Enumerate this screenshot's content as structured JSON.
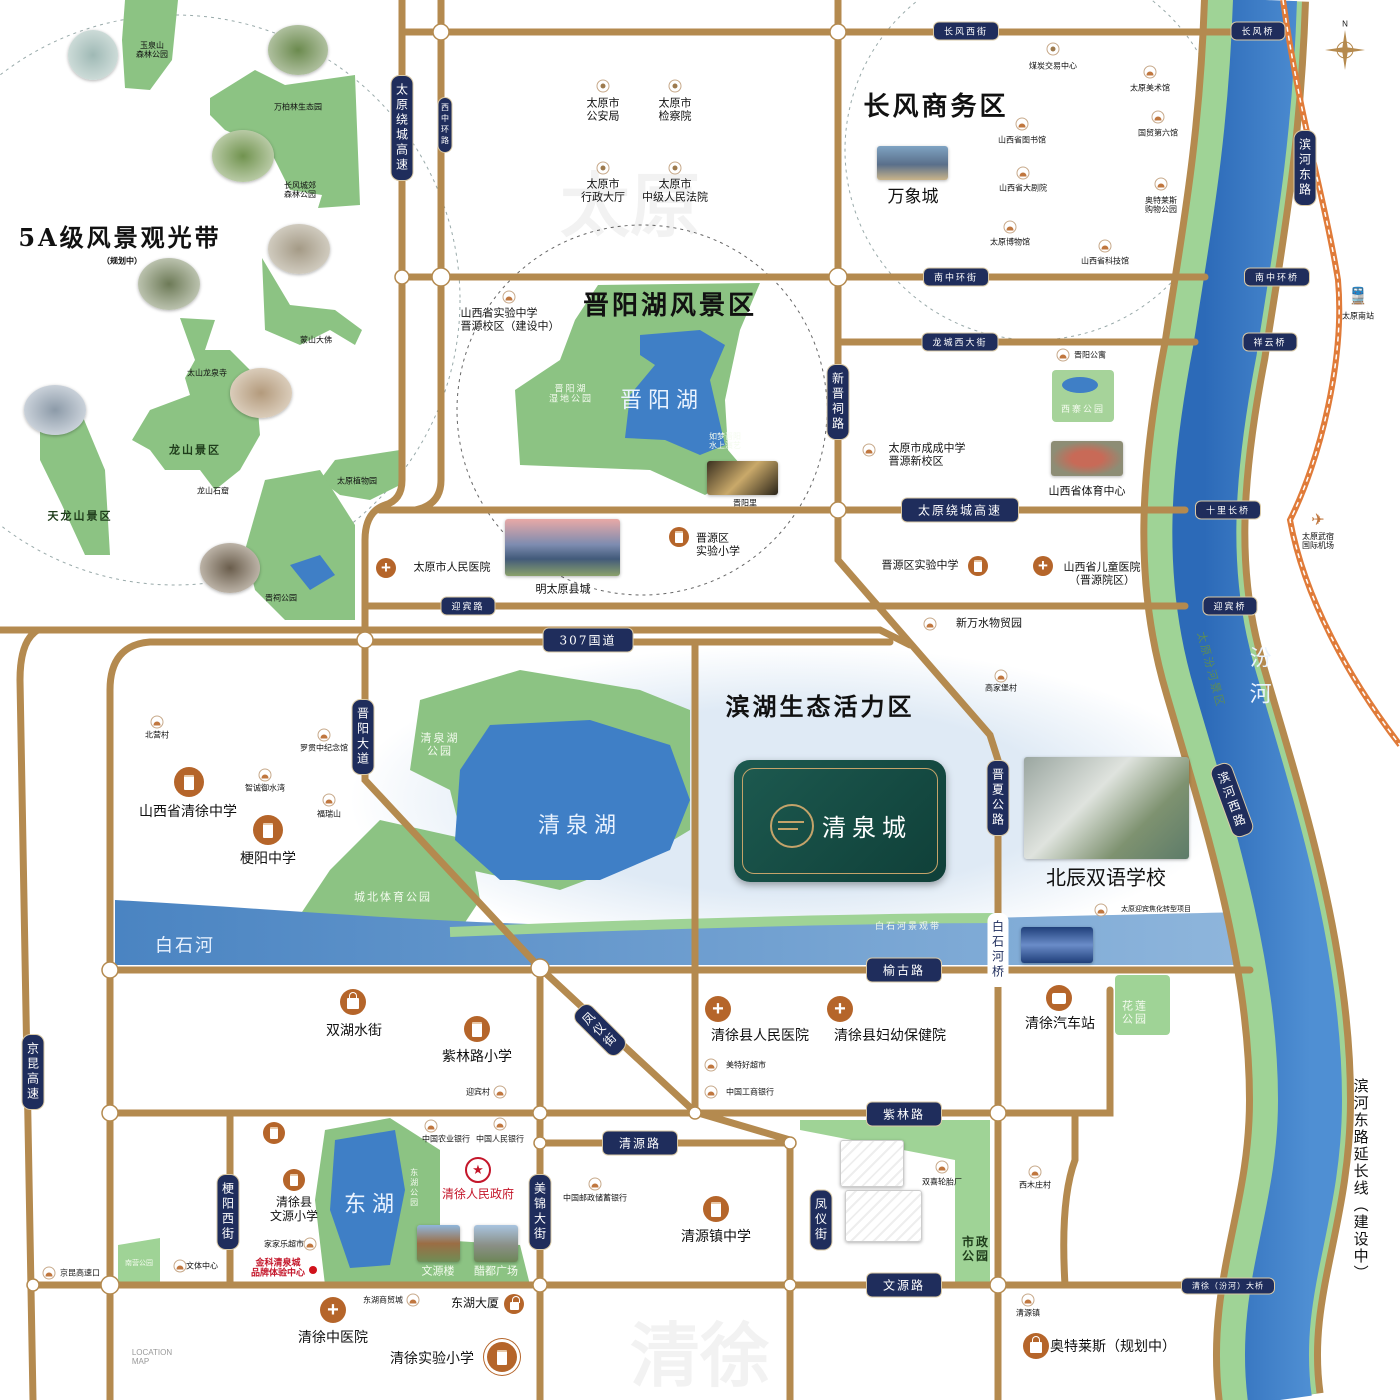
{
  "regions": {
    "scenic_belt": "5A级风景观光带",
    "scenic_belt_note": "（规划中）",
    "changfeng": "长风商务区",
    "jinyang_scenic": "晋阳湖风景区",
    "binhu": "滨湖生态活力区"
  },
  "project": {
    "name": "清泉城"
  },
  "water": {
    "jinyang_lake": "晋阳湖",
    "qingquan_lake": "清泉湖",
    "dong_lake": "东湖",
    "baishi_river": "白石河",
    "fen_river": "汾河"
  },
  "scenic": {
    "yuquanshan": "玉泉山\n森林公园",
    "wanbailin": "万柏林生态园",
    "changfeng_forest": "长风城郊\n森林公园",
    "mengshan": "蒙山大佛",
    "longquan": "太山龙泉寺",
    "longshan": "龙山景区",
    "longshan_grotto": "龙山石窟",
    "tianlongshan": "天龙山景区",
    "botanical": "太原植物园",
    "jinci": "晋祠公园"
  },
  "parks": {
    "jinyang_wetland": "晋阳湖\n湿地公园",
    "qingquan_park": "清泉湖\n公园",
    "chengbei_park": "城北体育公园",
    "baishi_belt": "白石河景观带",
    "xizhai": "西寨公园",
    "huali": "花莲\n公园",
    "shizheng": "市政\n公园",
    "donghu_park": "东湖公园",
    "nanying": "南营公园",
    "fen_scenic": "太原汾河景区"
  },
  "pois": {
    "police": "太原市\n公安局",
    "procuratorate": "太原市\n检察院",
    "admin_hall": "太原市\n行政大厅",
    "court": "太原市\n中级人民法院",
    "coal_exchange": "煤炭交易中心",
    "art_museum": "太原美术馆",
    "library": "山西省图书馆",
    "guomao": "国贸第六馆",
    "mixc": "万象城",
    "theater": "山西省大剧院",
    "outlets_park": "奥特莱斯\n购物公园",
    "museum": "太原博物馆",
    "science_museum": "山西省科技馆",
    "south_station": "太原南站",
    "airport": "太原武宿\n国际机场",
    "jinyang_apt": "晋阳公寓",
    "chengcheng": "太原市成成中学\n晋源新校区",
    "sports_center": "山西省体育中心",
    "jinyuan_middle": "晋源区实验中学",
    "children_hosp": "山西省儿童医院\n（晋源院区）",
    "xinwanshui": "新万水物贸园",
    "shanxi_exp_school": "山西省实验中学\n晋源校区（建设中）",
    "rumeng": "如梦晋阳\n水上演艺",
    "jinyangli": "晋阳里",
    "people_hosp": "太原市人民医院",
    "ming_city": "明太原县城",
    "jinyuan_primary": "晋源区\n实验小学",
    "beiying": "北营村",
    "luoguanzhong": "罗贯中纪念馆",
    "zhicheng": "智诚御水湾",
    "furuishan": "福瑞山",
    "qingxu_middle": "山西省清徐中学",
    "gengyang_middle": "梗阳中学",
    "gaojiabao": "高家堡村",
    "beichen": "北辰双语学校",
    "yingbin_coke": "太原迎宾焦化转型项目",
    "shuanghu": "双湖水街",
    "zilin_primary": "紫林路小学",
    "yingbin_village": "迎宾村",
    "county_hosp": "清徐县人民医院",
    "maternal_hosp": "清徐县妇幼保健院",
    "meitehao": "美特好超市",
    "icbc": "中国工商银行",
    "bus_station": "清徐汽车站",
    "abc": "中国农业银行",
    "pboc": "中国人民银行",
    "gov": "清徐人民政府",
    "wenyuan_primary": "清徐县\n文源小学",
    "wenyuan_tower": "文源楼",
    "cudu_square": "醋都广场",
    "jiajiale": "家家乐超市",
    "experience_center": "金科清泉城\n品牌体验中心",
    "culture_center": "文体中心",
    "jingkun_exit": "京昆高速口",
    "postal_bank": "中国邮政储蓄银行",
    "qingyuan_middle": "清源镇中学",
    "shuangxi": "双喜轮胎厂",
    "ximuzhuang": "西木庄村",
    "qingyuan_town": "清源镇",
    "outlets_planned": "奥特莱斯（规划中）",
    "donghu_mall": "东湖商贸城",
    "donghu_tower": "东湖大厦",
    "tcm_hosp": "清徐中医院",
    "exp_primary": "清徐实验小学"
  },
  "roads": {
    "ring_expressway_v": "太原绕城高速",
    "xizhonghuan": "西中环路",
    "changfeng_west": "长风西街",
    "changfeng_bridge": "长风桥",
    "binhe_east": "滨河东路",
    "nanzhonghuan": "南中环街",
    "nanzhonghuan_bridge": "南中环桥",
    "longcheng": "龙城西大街",
    "xiangyun_bridge": "祥云桥",
    "xinjinci": "新晋祠路",
    "ring_expressway_h": "太原绕城高速",
    "shili_bridge": "十里长桥",
    "yingbin_road": "迎宾路",
    "yingbin_bridge": "迎宾桥",
    "g307": "307国道",
    "jinyang_ave": "晋阳大道",
    "jinxia": "晋夏公路",
    "baishi_bridge": "白石河桥",
    "binhe_west": "滨河西路",
    "yugu": "榆古路",
    "fengyi_diag": "凤仪街",
    "zilin": "紫林路",
    "qingyuan": "清源路",
    "gengyang_west": "梗阳西街",
    "meijin": "美锦大街",
    "fengyi": "凤仪街",
    "wenyuan": "文源路",
    "jingkun": "京昆高速",
    "fen_bridge": "清徐（汾河）大桥",
    "binhe_east_ext": "滨河东路延长线（建设中）"
  },
  "misc": {
    "location_map": "LOCATION\nMAP",
    "compass_n": "N",
    "watermark_bottom": "清徐",
    "watermark_top": "太原"
  },
  "colors": {
    "road": "#b48a4f",
    "badge": "#1f2d5c",
    "green": "#8cc383",
    "water": "#3f7fc6",
    "poi": "#b5652a",
    "gov_red": "#c4162a"
  }
}
